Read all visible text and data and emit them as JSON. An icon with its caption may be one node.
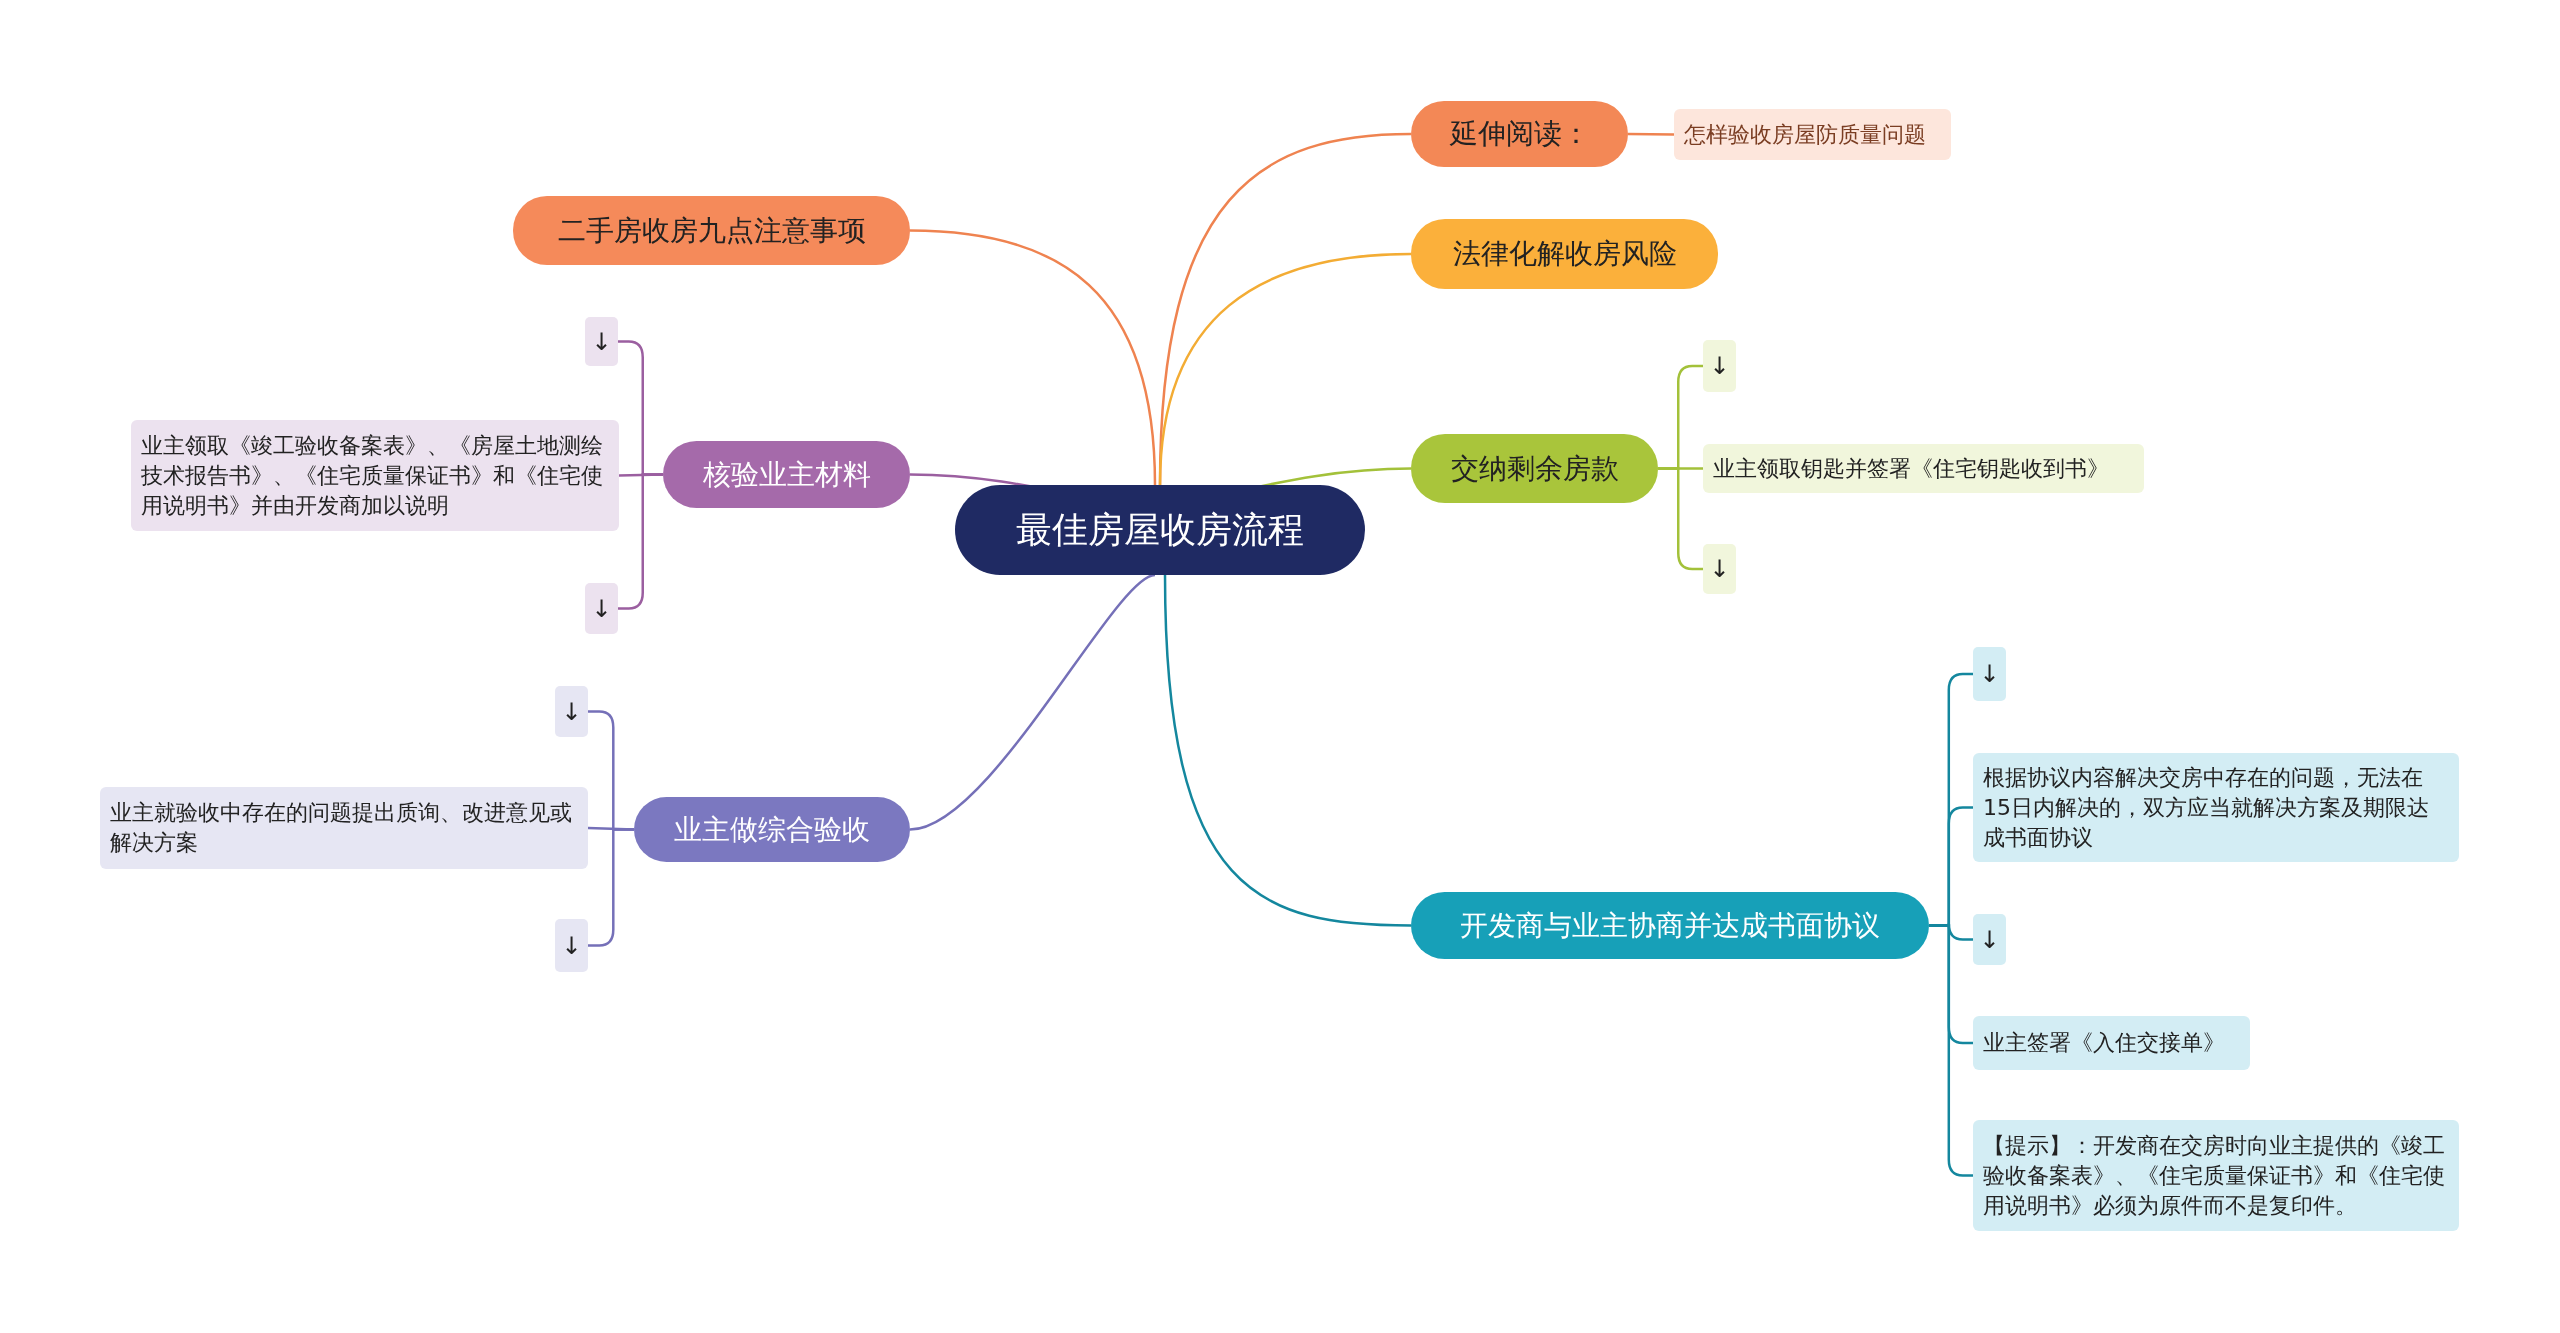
{
  "diagram": {
    "nodes": [
      {
        "text": [
          "最佳房屋收房流程"
        ]
      },
      {
        "text": [
          "延伸阅读："
        ]
      },
      {
        "text": [
          "怎样验收房屋防质量问题"
        ]
      },
      {
        "text": [
          "二手房收房九点注意事项"
        ]
      },
      {
        "text": [
          "法律化解收房风险"
        ]
      },
      {
        "text": [
          "核验业主材料"
        ]
      },
      {
        "text": [
          "↓"
        ]
      },
      {
        "text": [
          "业主领取《竣工验收备案表》、《房屋土地测绘技术报告书》、《住宅质量保证书》和《住宅使用说明书》并由开发商加以说明"
        ]
      },
      {
        "text": [
          "↓"
        ]
      },
      {
        "text": [
          "交纳剩余房款"
        ]
      },
      {
        "text": [
          "↓"
        ]
      },
      {
        "text": [
          "业主领取钥匙并签署《住宅钥匙收到书》"
        ]
      },
      {
        "text": [
          "↓"
        ]
      },
      {
        "text": [
          "业主做综合验收"
        ]
      },
      {
        "text": [
          "↓"
        ]
      },
      {
        "text": [
          "业主就验收中存在的问题提出质询、改进意见或解决方案"
        ]
      },
      {
        "text": [
          "↓"
        ]
      },
      {
        "text": [
          "开发商与业主协商并达成书面协议"
        ]
      },
      {
        "text": [
          "↓"
        ]
      },
      {
        "text": [
          "根据协议内容解决交房中存在的问题，无法在15日内解决的，双方应当就解决方案及期限达成书面协议"
        ]
      },
      {
        "text": [
          "↓"
        ]
      },
      {
        "text": [
          "业主签署《入住交接单》"
        ]
      },
      {
        "text": [
          "【提示】：开发商在交房时向业主提供的《竣工验收备案表》、《住宅质量保证书》和《住宅使用说明书》必须为原件而不是复印件。"
        ]
      }
    ],
    "edges": [
      {
        "from": 0,
        "to": 1,
        "arrow": "none",
        "color": "#ef8350"
      },
      {
        "from": 1,
        "to": 2,
        "arrow": "none",
        "color": "#ef8350"
      },
      {
        "from": 0,
        "to": 3,
        "arrow": "none",
        "color": "#ef8350"
      },
      {
        "from": 0,
        "to": 4,
        "arrow": "none",
        "color": "#f3ac34"
      },
      {
        "from": 0,
        "to": 5,
        "arrow": "none",
        "color": "#9b5fa0"
      },
      {
        "from": 5,
        "to": 6,
        "arrow": "none",
        "color": "#9b5fa0"
      },
      {
        "from": 5,
        "to": 7,
        "arrow": "none",
        "color": "#9b5fa0"
      },
      {
        "from": 5,
        "to": 8,
        "arrow": "none",
        "color": "#9b5fa0"
      },
      {
        "from": 0,
        "to": 9,
        "arrow": "none",
        "color": "#a3c13a"
      },
      {
        "from": 9,
        "to": 10,
        "arrow": "none",
        "color": "#a3c13a"
      },
      {
        "from": 9,
        "to": 11,
        "arrow": "none",
        "color": "#a3c13a"
      },
      {
        "from": 9,
        "to": 12,
        "arrow": "none",
        "color": "#a3c13a"
      },
      {
        "from": 0,
        "to": 13,
        "arrow": "none",
        "color": "#7570b8"
      },
      {
        "from": 13,
        "to": 14,
        "arrow": "none",
        "color": "#7570b8"
      },
      {
        "from": 13,
        "to": 15,
        "arrow": "none",
        "color": "#7570b8"
      },
      {
        "from": 13,
        "to": 16,
        "arrow": "none",
        "color": "#7570b8"
      },
      {
        "from": 0,
        "to": 17,
        "arrow": "none",
        "color": "#14879e"
      },
      {
        "from": 17,
        "to": 18,
        "arrow": "none",
        "color": "#14879e"
      },
      {
        "from": 17,
        "to": 19,
        "arrow": "none",
        "color": "#14879e"
      },
      {
        "from": 17,
        "to": 20,
        "arrow": "none",
        "color": "#14879e"
      },
      {
        "from": 17,
        "to": 21,
        "arrow": "none",
        "color": "#14879e"
      },
      {
        "from": 17,
        "to": 22,
        "arrow": "none",
        "color": "#14879e"
      }
    ]
  }
}
